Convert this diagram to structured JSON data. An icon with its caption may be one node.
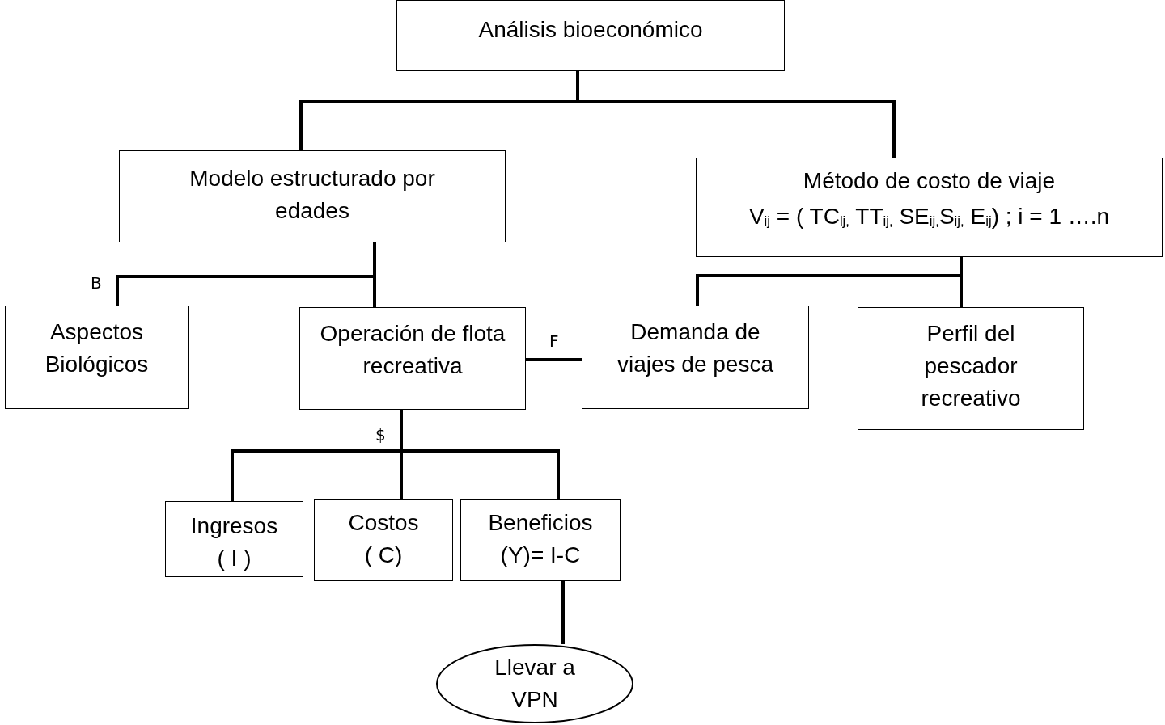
{
  "diagram": {
    "nodes": [
      {
        "text": [
          "Análisis bioeconómico"
        ]
      },
      {
        "text": [
          "Modelo estructurado por edades"
        ]
      },
      {
        "text": [
          "Método de costo de viaje",
          "V$_{ij}$ =  ( TC$_{lj,}$ TT$_{ij,}$ SE$_{ij,}$S$_{ij,}$ E$_{ij}$) ; i = 1 ….n"
        ]
      },
      {
        "text": [
          "Aspectos Biológicos"
        ]
      },
      {
        "text": [
          "Operación de flota recreativa"
        ]
      },
      {
        "text": [
          "Demanda de viajes de pesca"
        ]
      },
      {
        "text": [
          "Perfil del pescador recreativo"
        ]
      },
      {
        "text": [
          "Ingresos ( I )"
        ]
      },
      {
        "text": [
          "Costos ( C)"
        ]
      },
      {
        "text": [
          "Beneficios (Y)= I-C"
        ]
      },
      {
        "text": [
          "Llevar a VPN"
        ]
      }
    ],
    "edges": [
      {
        "from": 0,
        "to": 1,
        "arrow": "none"
      },
      {
        "from": 0,
        "to": 2,
        "arrow": "none"
      },
      {
        "from": 1,
        "to": 3,
        "arrow": "none",
        "label": "B"
      },
      {
        "from": 1,
        "to": 4,
        "arrow": "none"
      },
      {
        "from": 2,
        "to": 5,
        "arrow": "none"
      },
      {
        "from": 2,
        "to": 6,
        "arrow": "none"
      },
      {
        "from": 4,
        "to": 5,
        "arrow": "none",
        "label": "F"
      },
      {
        "from": 4,
        "to": 7,
        "arrow": "none",
        "label": "$"
      },
      {
        "from": 4,
        "to": 8,
        "arrow": "none"
      },
      {
        "from": 4,
        "to": 9,
        "arrow": "none"
      },
      {
        "from": 9,
        "to": 10,
        "arrow": "none"
      }
    ]
  }
}
